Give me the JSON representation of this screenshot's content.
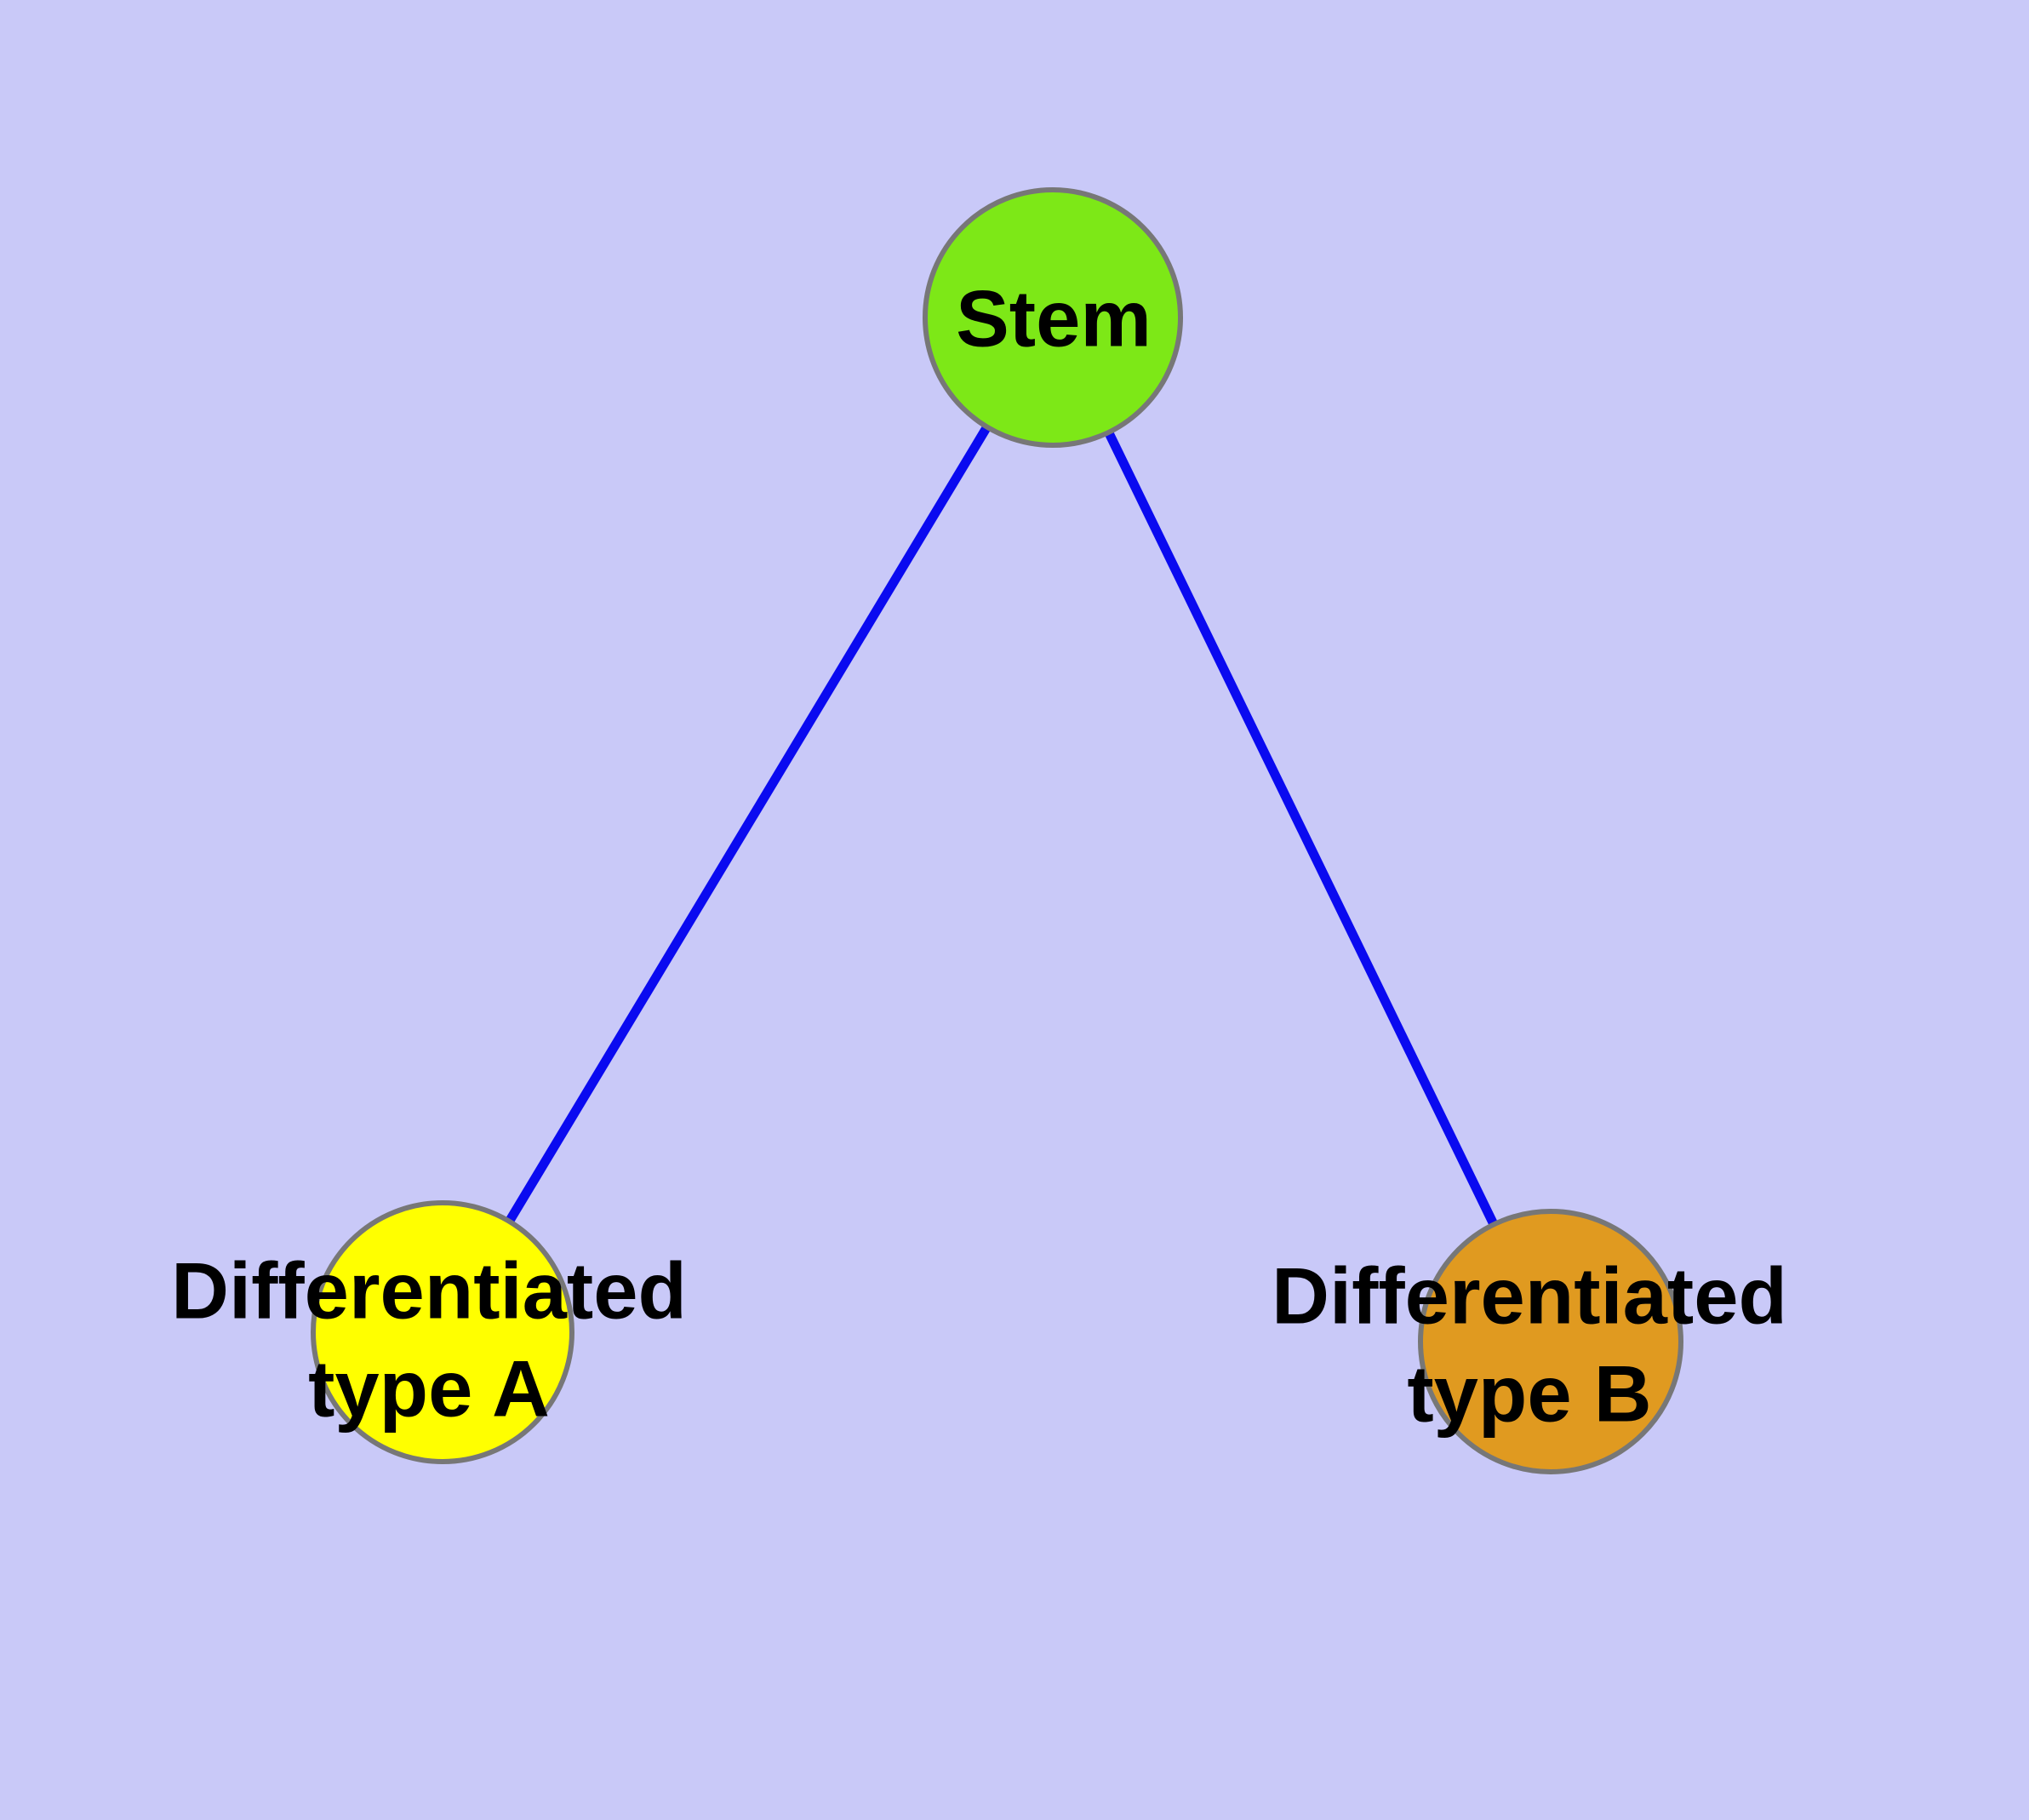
{
  "diagram": {
    "kind": "node-link graph",
    "node_shape": "circle",
    "background_color": "#c9c9f8",
    "edge_color": "#0a0af0",
    "node_border_color": "#777777",
    "label_text_color": "#000000"
  },
  "nodes": {
    "stem": {
      "label": "Stem",
      "fill": "#7de817"
    },
    "type_a": {
      "label_line1": "Differentiated",
      "label_line2": "type A",
      "fill": "#ffff00"
    },
    "type_b": {
      "label_line1": "Differentiated",
      "label_line2": "type B",
      "fill": "#e09a20"
    }
  },
  "edges": [
    {
      "from": "Stem",
      "to": "Differentiated type A"
    },
    {
      "from": "Stem",
      "to": "Differentiated type B"
    }
  ]
}
